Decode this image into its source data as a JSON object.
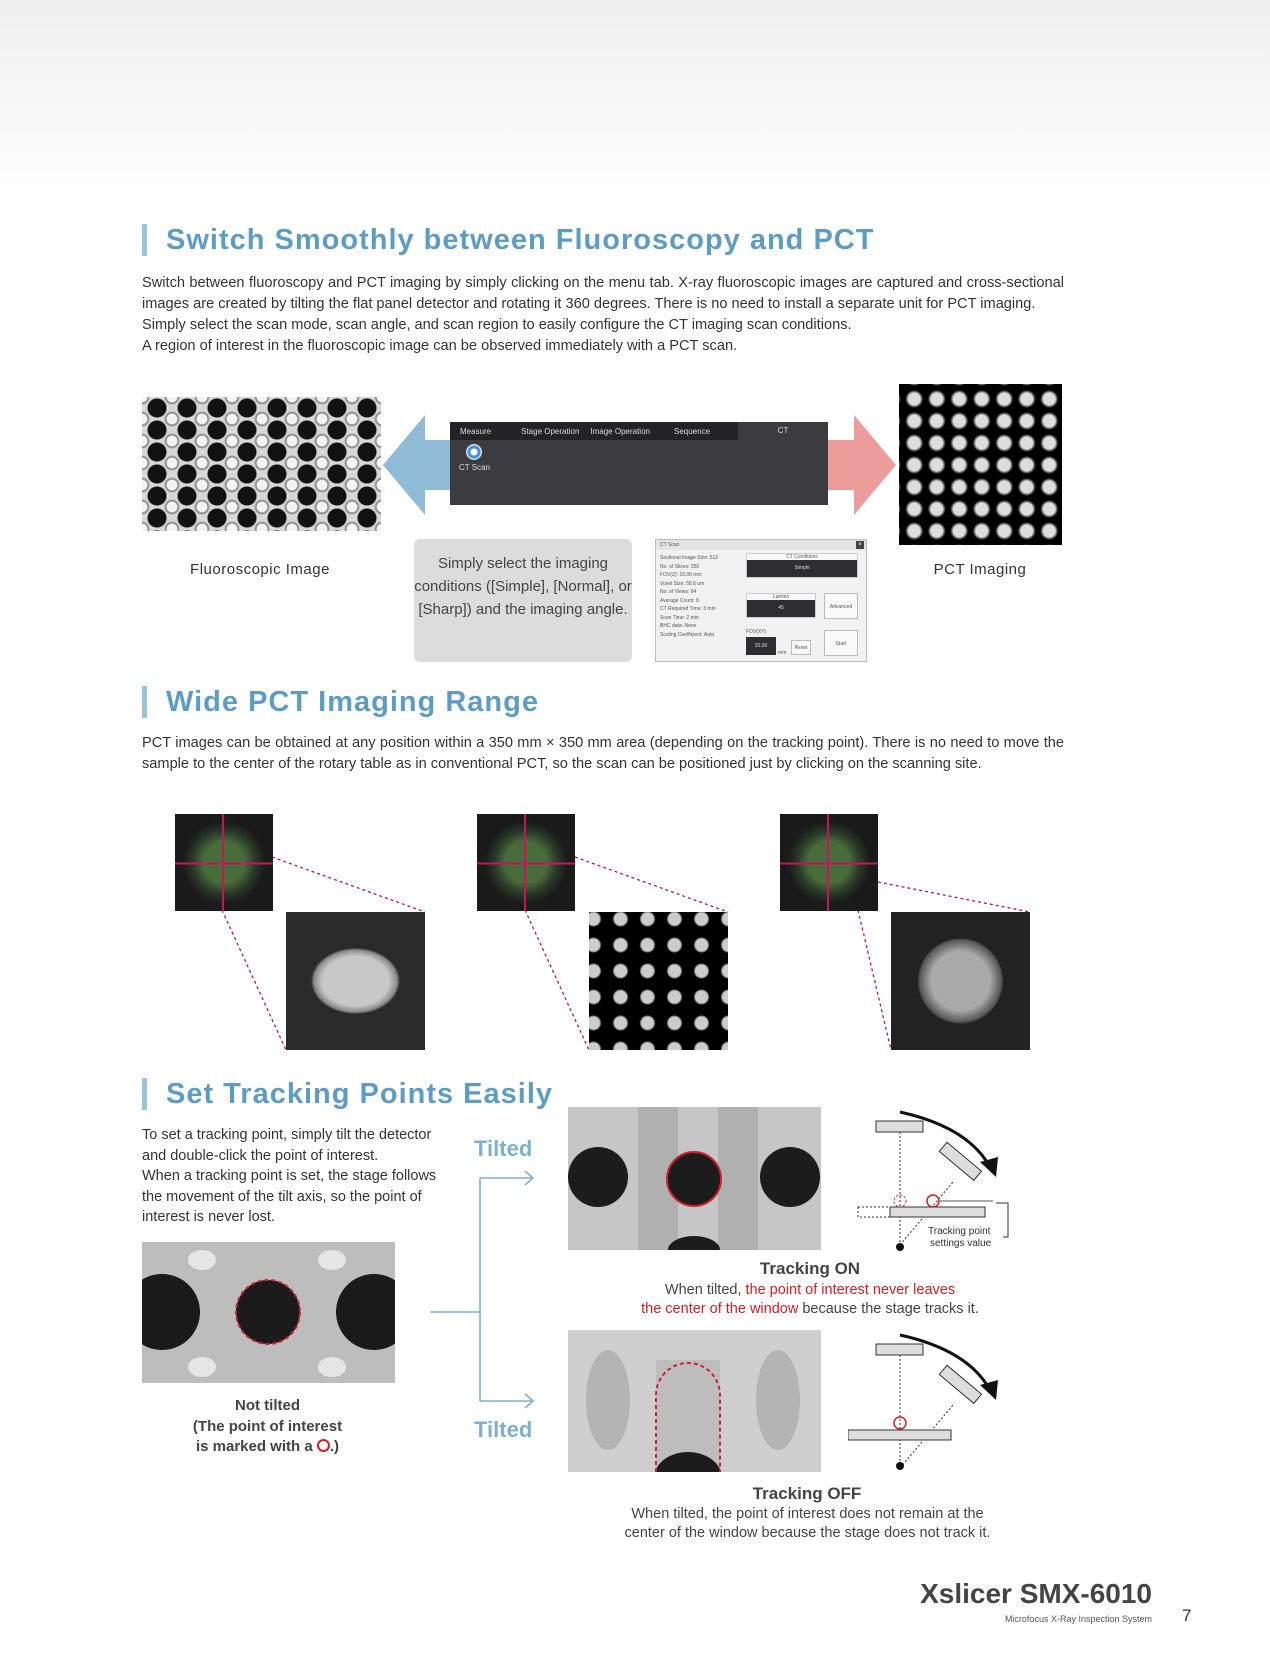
{
  "sections": {
    "fluoro_pct": {
      "title": "Switch Smoothly between Fluoroscopy and PCT",
      "body": [
        "Switch between fluoroscopy and PCT imaging by simply clicking on the menu tab. X-ray fluoroscopic images are captured and cross-sectional images are created by tilting the flat panel detector and rotating it 360 degrees. There is no need to install a separate unit for PCT imaging.",
        "Simply select the scan mode, scan angle, and scan region to easily configure the CT imaging scan conditions.",
        "A region of interest in the fluoroscopic image can be observed immediately with a PCT scan."
      ],
      "fluoro_caption": "Fluoroscopic Image",
      "pct_caption": "PCT Imaging",
      "menu_tabs": [
        "Measure",
        "Stage Operation",
        "Image Operation",
        "Sequence",
        "CT"
      ],
      "menu_button": "CT Scan",
      "callout": "Simply select the imaging conditions ([Simple], [Normal], or [Sharp]) and the imaging angle.",
      "dialog": {
        "title": "CT Scan",
        "info": [
          "Sectional Image Size: 512",
          "No. of Slices: 256",
          "FOV(Z): 15.00 mm",
          "Voxel Size: 58.6 um",
          "No. of Views: 64",
          "Average Count: 8",
          "CT Required Time: 3 min",
          "Scan Time: 2 min",
          "BHC data: None",
          "Scaling Coefficient: Auto"
        ],
        "conditions_label": "CT Conditions",
        "conditions_value": "Simple",
        "lamino_label": "Lamino",
        "lamino_value": "45",
        "advanced": "Advanced",
        "fov_label": "FOV(XY)",
        "fov_value": "20.00",
        "fov_unit": "mm",
        "reset": "Reset",
        "start": "Start"
      }
    },
    "range": {
      "title": "Wide PCT Imaging Range",
      "body": "PCT images can be obtained at any position within a 350 mm × 350 mm area (depending on the tracking point). There is no need to move the sample to the center of the rotary table as in conventional PCT, so the scan can be positioned just by clicking on the scanning site."
    },
    "tracking": {
      "title": "Set Tracking Points Easily",
      "body": [
        "To set a tracking point, simply tilt the detector and double-click the point of interest.",
        "When a tracking point is set, the stage follows the movement of the tilt axis, so the point of interest is never lost."
      ],
      "not_tilted": [
        "Not tilted",
        "(The point of interest",
        "is marked with a",
        ".)"
      ],
      "tilted_label": "Tilted",
      "on": {
        "title": "Tracking ON",
        "line1a": "When tilted, ",
        "line1b": "the point of interest never leaves",
        "line2a": "the center of the window",
        "line2b": " because the stage tracks it.",
        "diagram_label": [
          "Tracking point",
          "settings value"
        ]
      },
      "off": {
        "title": "Tracking OFF",
        "lines": [
          "When tilted, the point of interest does not remain at the",
          "center of the window because the stage does not track it."
        ]
      }
    }
  },
  "footer": {
    "product": "Xslicer SMX-6010",
    "subtitle": "Microfocus X-Ray Inspection System",
    "page": "7"
  },
  "colors": {
    "heading": "#5e9dc1",
    "accent_red": "#c8202a"
  }
}
